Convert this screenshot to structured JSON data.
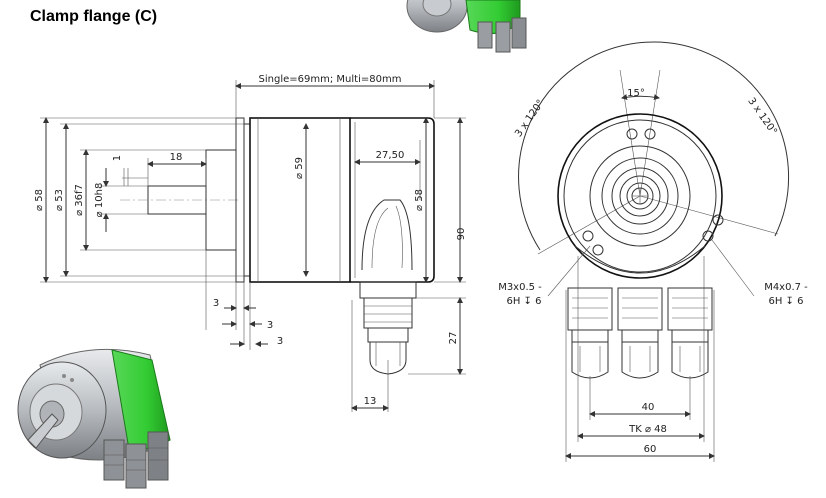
{
  "title": "Clamp flange (C)",
  "side_view": {
    "length_label": "Single=69mm; Multi=80mm",
    "d58_left": "⌀ 58",
    "d53": "⌀ 53",
    "d36f7": "⌀ 36f7",
    "d10h8": "⌀ 10h8",
    "len18": "18",
    "len1": "1",
    "d59": "⌀ 59",
    "len27_50": "27,50",
    "d58_right": "⌀ 58",
    "h90": "90",
    "h27": "27",
    "w13": "13",
    "w3_a": "3",
    "w3_b": "3",
    "w3_c": "3"
  },
  "front_view": {
    "angle15": "15°",
    "angle_left": "3 x 120°",
    "angle_right": "3 x 120°",
    "thread_left_1": "M3x0.5 -",
    "thread_left_2": "6H ↧ 6",
    "thread_right_1": "M4x0.7 -",
    "thread_right_2": "6H ↧ 6",
    "w40": "40",
    "tk48": "TK ⌀ 48",
    "w60": "60"
  },
  "colors": {
    "accent_green": "#33cc33",
    "body_gray": "#b8bcc0"
  }
}
